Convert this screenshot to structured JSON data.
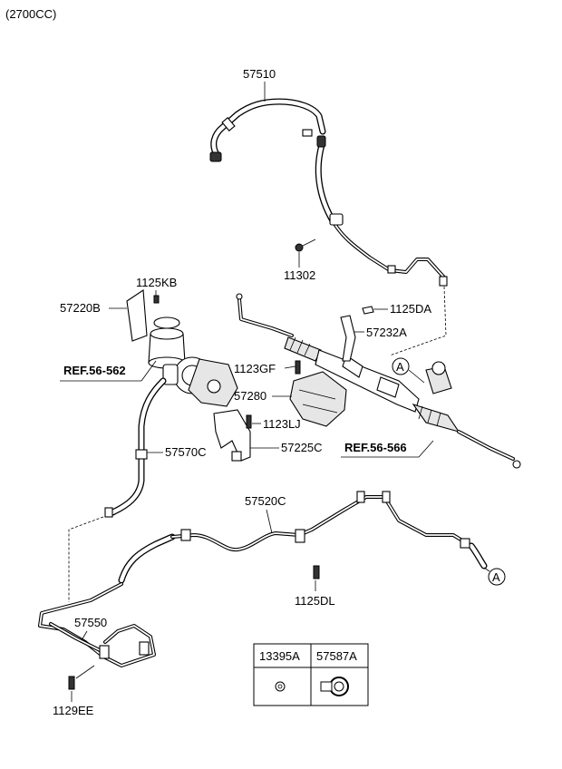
{
  "header": {
    "engine": "(2700CC)"
  },
  "labels": {
    "p57510": "57510",
    "p11302": "11302",
    "p1125KB": "1125KB",
    "p57220B": "57220B",
    "p1125DA": "1125DA",
    "p57232A": "57232A",
    "ref56562": "REF.56-562",
    "p1123GF": "1123GF",
    "p57280": "57280",
    "p1123LJ": "1123LJ",
    "p57225C": "57225C",
    "ref56566": "REF.56-566",
    "p57570C": "57570C",
    "p57520C": "57520C",
    "p1125DL": "1125DL",
    "p57550": "57550",
    "p1129EE": "1129EE",
    "markA1": "A",
    "markA2": "A"
  },
  "legend_table": {
    "headers": [
      "13395A",
      "57587A"
    ]
  }
}
